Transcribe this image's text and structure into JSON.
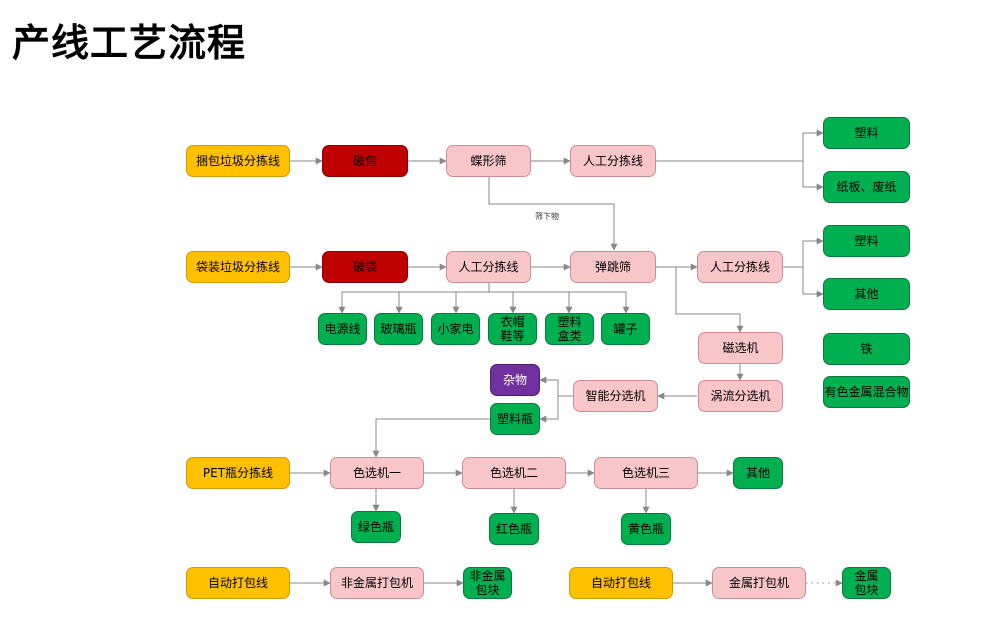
{
  "page": {
    "title": "产线工艺流程"
  },
  "nodes": {
    "bale_line": "捆包垃圾分拣线",
    "break_bale": "破包",
    "trommel": "蝶形筛",
    "manual_sort_top": "人工分拣线",
    "bag_line": "袋装垃圾分拣线",
    "break_bag": "破袋",
    "manual_sort_mid": "人工分拣线",
    "bounce_screen": "弹跳筛",
    "manual_sort_right": "人工分拣线",
    "out_plastic_1": "塑料",
    "out_paper": "纸板、废纸",
    "out_plastic_2": "塑料",
    "out_other_1": "其他",
    "out_iron": "铁",
    "out_nonferrous": "有色金属混合物",
    "out_cable": "电源线",
    "out_glass": "玻璃瓶",
    "out_appliance": "小家电",
    "out_clothes": "衣帽\n鞋等",
    "out_plastic_box": "塑料\n盒类",
    "out_can": "罐子",
    "magnetic": "磁选机",
    "eddy": "涡流分选机",
    "smart_sort": "智能分选机",
    "out_sundries": "杂物",
    "out_plastic_bottle": "塑料瓶",
    "pet_line": "PET瓶分拣线",
    "color_sort_1": "色选机一",
    "color_sort_2": "色选机二",
    "color_sort_3": "色选机三",
    "out_other_2": "其他",
    "out_green_bottle": "绿色瓶",
    "out_red_bottle": "红色瓶",
    "out_yellow_bottle": "黄色瓶",
    "auto_pack_1": "自动打包线",
    "nonmetal_baler": "非金属打包机",
    "out_nonmetal_block": "非金属\n包块",
    "auto_pack_2": "自动打包线",
    "metal_baler": "金属打包机",
    "out_metal_block": "金属\n包块"
  },
  "edge_labels": {
    "undersize": "筛下物"
  },
  "colors": {
    "start": "#ffc000",
    "process": "#f8c6c8",
    "breaker": "#c00000",
    "output": "#00b050",
    "reject": "#7030a0",
    "line": "#888888"
  }
}
